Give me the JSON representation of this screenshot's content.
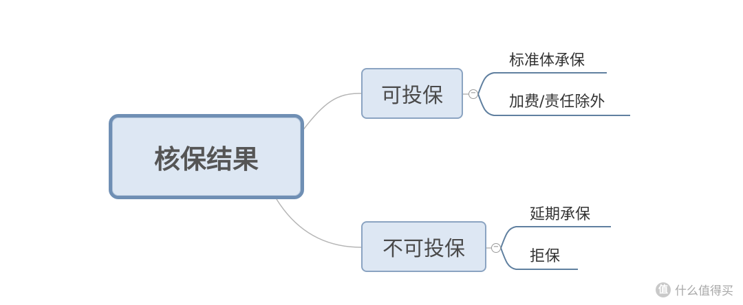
{
  "root": {
    "label": "核保结果"
  },
  "branches": [
    {
      "label": "可投保",
      "children": [
        "标准体承保",
        "加费/责任除外"
      ]
    },
    {
      "label": "不可投保",
      "children": [
        "延期承保",
        "拒保"
      ]
    }
  ],
  "toggle_symbol": "−",
  "watermark": {
    "logo_char": "值",
    "text": "什么值得买"
  },
  "colors": {
    "node_fill": "#dde7f3",
    "root_border": "#6f8fb4",
    "branch_border": "#8aa3c1",
    "connector": "#b5b5b5",
    "leaf_underline": "#5f7f9f"
  }
}
